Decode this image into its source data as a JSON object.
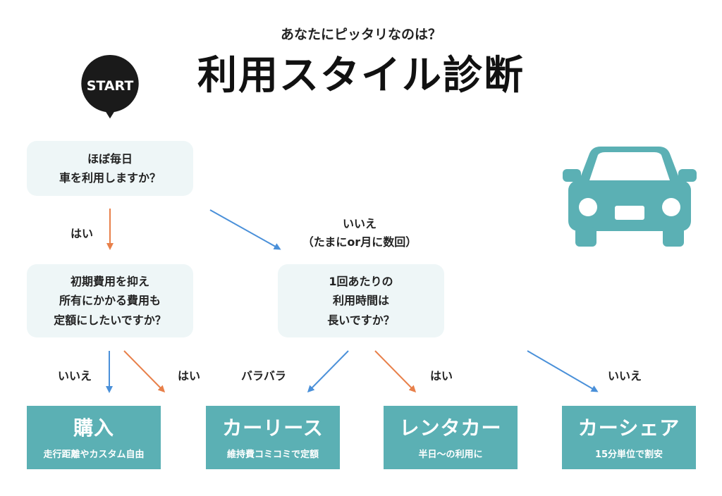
{
  "header": {
    "subtitle": "あなたにピッタリなのは？",
    "title": "利用スタイル診断"
  },
  "start": {
    "label": "START",
    "color": "#1a1a1a"
  },
  "questions": {
    "q1": {
      "lines": [
        "ほぼ毎日",
        "車を利用しますか？"
      ]
    },
    "q2": {
      "lines": [
        "初期費用を抑え",
        "所有にかかる費用も",
        "定額にしたいですか？"
      ]
    },
    "q3": {
      "lines": [
        "1回あたりの",
        "利用時間は",
        "長いですか？"
      ]
    }
  },
  "branches": {
    "q1_yes": "はい",
    "q1_no": [
      "いいえ",
      "（たまにor月に数回）"
    ],
    "q2_no": "いいえ",
    "q2_yes": "はい",
    "q3_varies": "バラバラ",
    "q3_yes": "はい",
    "q3_no": "いいえ"
  },
  "results": [
    {
      "title": "購入",
      "subtitle": "走行距離やカスタム自由"
    },
    {
      "title": "カーリース",
      "subtitle": "維持費コミコミで定額"
    },
    {
      "title": "レンタカー",
      "subtitle": "半日〜の利用に"
    },
    {
      "title": "カーシェア",
      "subtitle": "15分単位で割安"
    }
  ],
  "icons": {
    "car": "car-icon"
  },
  "colors": {
    "teal": "#5bb0b4",
    "question_bg": "#eef6f7",
    "arrow_yes": "#e8804a",
    "arrow_no": "#4a90d9"
  }
}
